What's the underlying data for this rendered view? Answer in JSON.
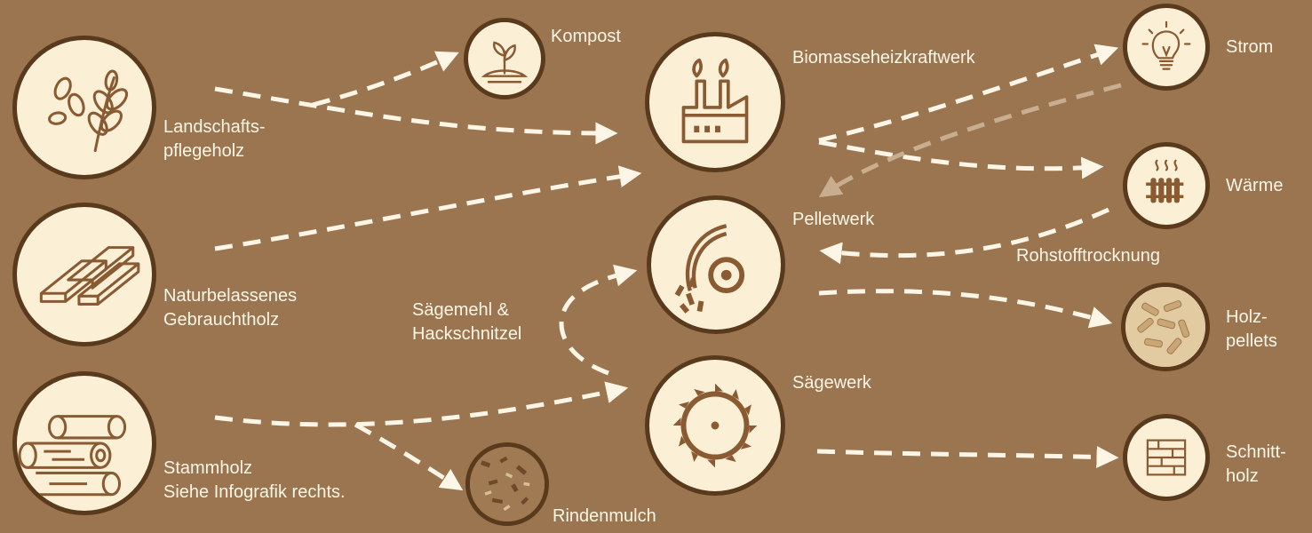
{
  "colors": {
    "background": "#9a7550",
    "circle_fill": "#fbf0d6",
    "circle_border": "#5a3a1c",
    "icon": "#8a5a33",
    "arrow": "#fdf6e6",
    "arrow_faint": "#c8ad8f"
  },
  "sources": {
    "landschaftspflegeholz": "Landschafts-\npflegeholz",
    "gebrauchtholz": "Naturbelassenes\nGebrauchtholz",
    "stammholz": "Stammholz\nSiehe Infografik rechts."
  },
  "plants": {
    "biomasse": "Biomasseheizkraftwerk",
    "pelletwerk": "Pelletwerk",
    "saegewerk": "Sägewerk"
  },
  "products": {
    "kompost": "Kompost",
    "rindenmulch": "Rindenmulch",
    "strom": "Strom",
    "waerme": "Wärme",
    "holzpellets": "Holz-\npellets",
    "schnittholz": "Schnitt-\nholz"
  },
  "flows": {
    "saegemehl": "Sägemehl &\nHackschnitzel",
    "rohstofftrocknung": "Rohstofftrocknung"
  },
  "icons": {
    "landschaftspflegeholz": "leaves-branch-icon",
    "gebrauchtholz": "wood-planks-icon",
    "stammholz": "logs-icon",
    "kompost": "sprout-soil-icon",
    "rindenmulch": "bark-mulch-icon",
    "biomasse": "factory-icon",
    "pelletwerk": "pellet-mill-icon",
    "saegewerk": "saw-blade-icon",
    "strom": "light-bulb-icon",
    "waerme": "radiator-icon",
    "holzpellets": "pellets-icon",
    "schnittholz": "lumber-stack-icon"
  }
}
